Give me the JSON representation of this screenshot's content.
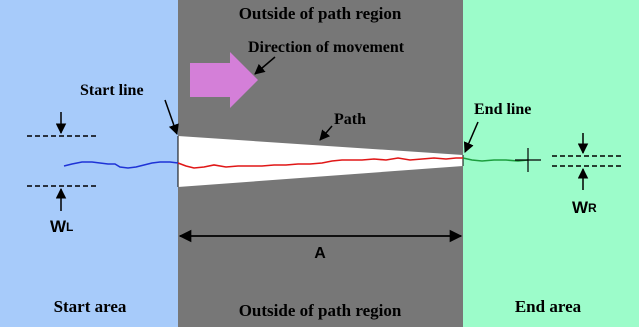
{
  "regions": {
    "start_area": "Start area",
    "end_area": "End area",
    "outside_top": "Outside of path region",
    "outside_bottom": "Outside of path region"
  },
  "labels": {
    "direction": "Direction of movement",
    "start_line": "Start line",
    "end_line": "End line",
    "path": "Path",
    "distance": "A",
    "width_left_main": "W",
    "width_left_sub": "L",
    "width_right_main": "W",
    "width_right_sub": "R"
  },
  "colors": {
    "start_area": "#a7cbfa",
    "end_area": "#9cfcca",
    "outside": "#777777",
    "path_region": "#ffffff",
    "arrow": "#d47fd8",
    "trace_start": "#1e33d6",
    "trace_path": "#e01717",
    "trace_end": "#1c9e3e"
  }
}
